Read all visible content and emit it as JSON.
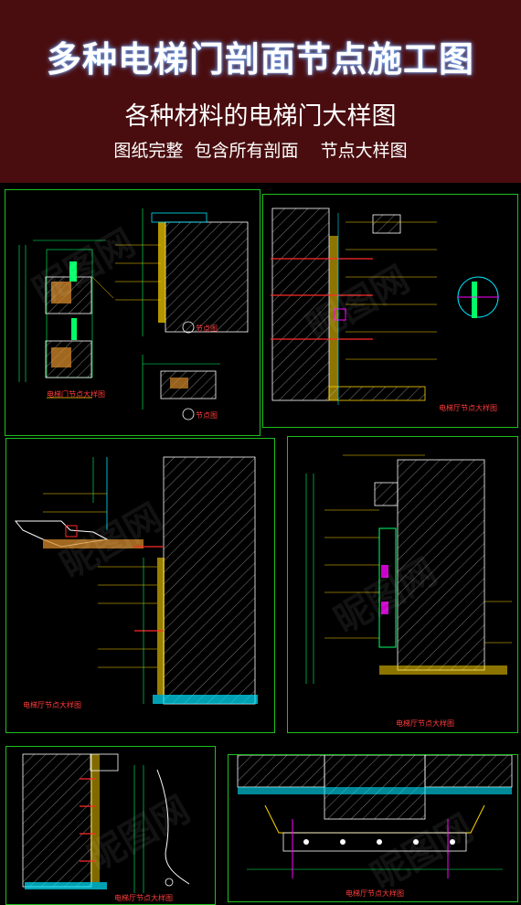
{
  "header": {
    "title": "多种电梯门剖面节点施工图",
    "subtitle": "各种材料的电梯门大样图",
    "tagline": "图纸完整  包含所有剖面    节点大样图"
  },
  "colors": {
    "banner": "#4a0d0f",
    "frame": "#1fbf1f",
    "hatch": "#ffffff",
    "dimension": "#00ff66",
    "leader": "#ffd400",
    "cut": "#ff2a2a",
    "detail": "#ff00ff",
    "cyan": "#00e5ff"
  },
  "sheets": [
    {
      "id": "sheet-1",
      "caption": "电梯门节点大样图"
    },
    {
      "id": "sheet-2",
      "caption": "电梯厅节点大样图"
    },
    {
      "id": "sheet-3",
      "caption": "电梯厅节点大样图"
    },
    {
      "id": "sheet-4",
      "caption": "电梯厅节点大样图"
    },
    {
      "id": "sheet-5",
      "caption": "电梯厅节点大样图"
    },
    {
      "id": "sheet-6",
      "caption": "电梯厅节点大样图"
    }
  ],
  "sub_captions": [
    "节点图",
    "节点图"
  ],
  "watermark_text": "昵图网"
}
